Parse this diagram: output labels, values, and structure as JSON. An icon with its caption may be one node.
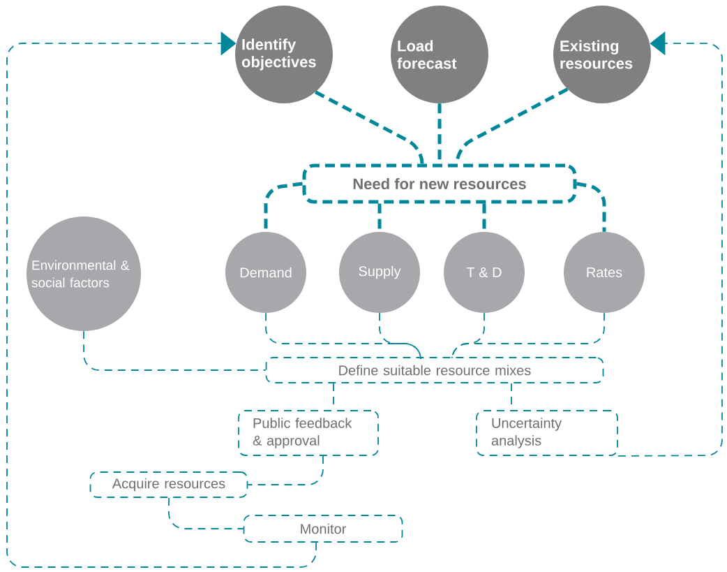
{
  "diagram": {
    "nodes": [
      {
        "text": [
          "Identify objectives"
        ]
      },
      {
        "text": [
          "Load forecast"
        ]
      },
      {
        "text": [
          "Existing resources"
        ]
      },
      {
        "text": [
          "Need for new resources"
        ]
      },
      {
        "text": [
          "Environmental & social factors"
        ]
      },
      {
        "text": [
          "Demand"
        ]
      },
      {
        "text": [
          "Supply"
        ]
      },
      {
        "text": [
          "T & D"
        ]
      },
      {
        "text": [
          "Rates"
        ]
      },
      {
        "text": [
          "Define suitable resource mixes"
        ]
      },
      {
        "text": [
          "Public feedback & approval"
        ]
      },
      {
        "text": [
          "Uncertainty analysis"
        ]
      },
      {
        "text": [
          "Acquire resources"
        ]
      },
      {
        "text": [
          "Monitor"
        ]
      }
    ],
    "edges": [
      {
        "from": 0,
        "to": 3,
        "arrow": "none",
        "style": "dashed"
      },
      {
        "from": 1,
        "to": 3,
        "arrow": "none",
        "style": "dashed"
      },
      {
        "from": 2,
        "to": 3,
        "arrow": "none",
        "style": "dashed"
      },
      {
        "from": 3,
        "to": 5,
        "arrow": "none",
        "style": "dashed"
      },
      {
        "from": 3,
        "to": 6,
        "arrow": "none",
        "style": "dashed"
      },
      {
        "from": 3,
        "to": 7,
        "arrow": "none",
        "style": "dashed"
      },
      {
        "from": 3,
        "to": 8,
        "arrow": "none",
        "style": "dashed"
      },
      {
        "from": 5,
        "to": 9,
        "arrow": "none"
      },
      {
        "from": 6,
        "to": 9,
        "arrow": "none"
      },
      {
        "from": 7,
        "to": 9,
        "arrow": "none"
      },
      {
        "from": 8,
        "to": 9,
        "arrow": "none"
      },
      {
        "from": 4,
        "to": 9,
        "arrow": "none"
      },
      {
        "from": 9,
        "to": 10,
        "arrow": "none"
      },
      {
        "from": 9,
        "to": 11,
        "arrow": "none"
      },
      {
        "from": 10,
        "to": 12,
        "arrow": "none"
      },
      {
        "from": 12,
        "to": 13,
        "arrow": "none"
      },
      {
        "from": 13,
        "to": 0,
        "arrow": "to"
      },
      {
        "from": 11,
        "to": 2,
        "arrow": "to"
      }
    ]
  }
}
